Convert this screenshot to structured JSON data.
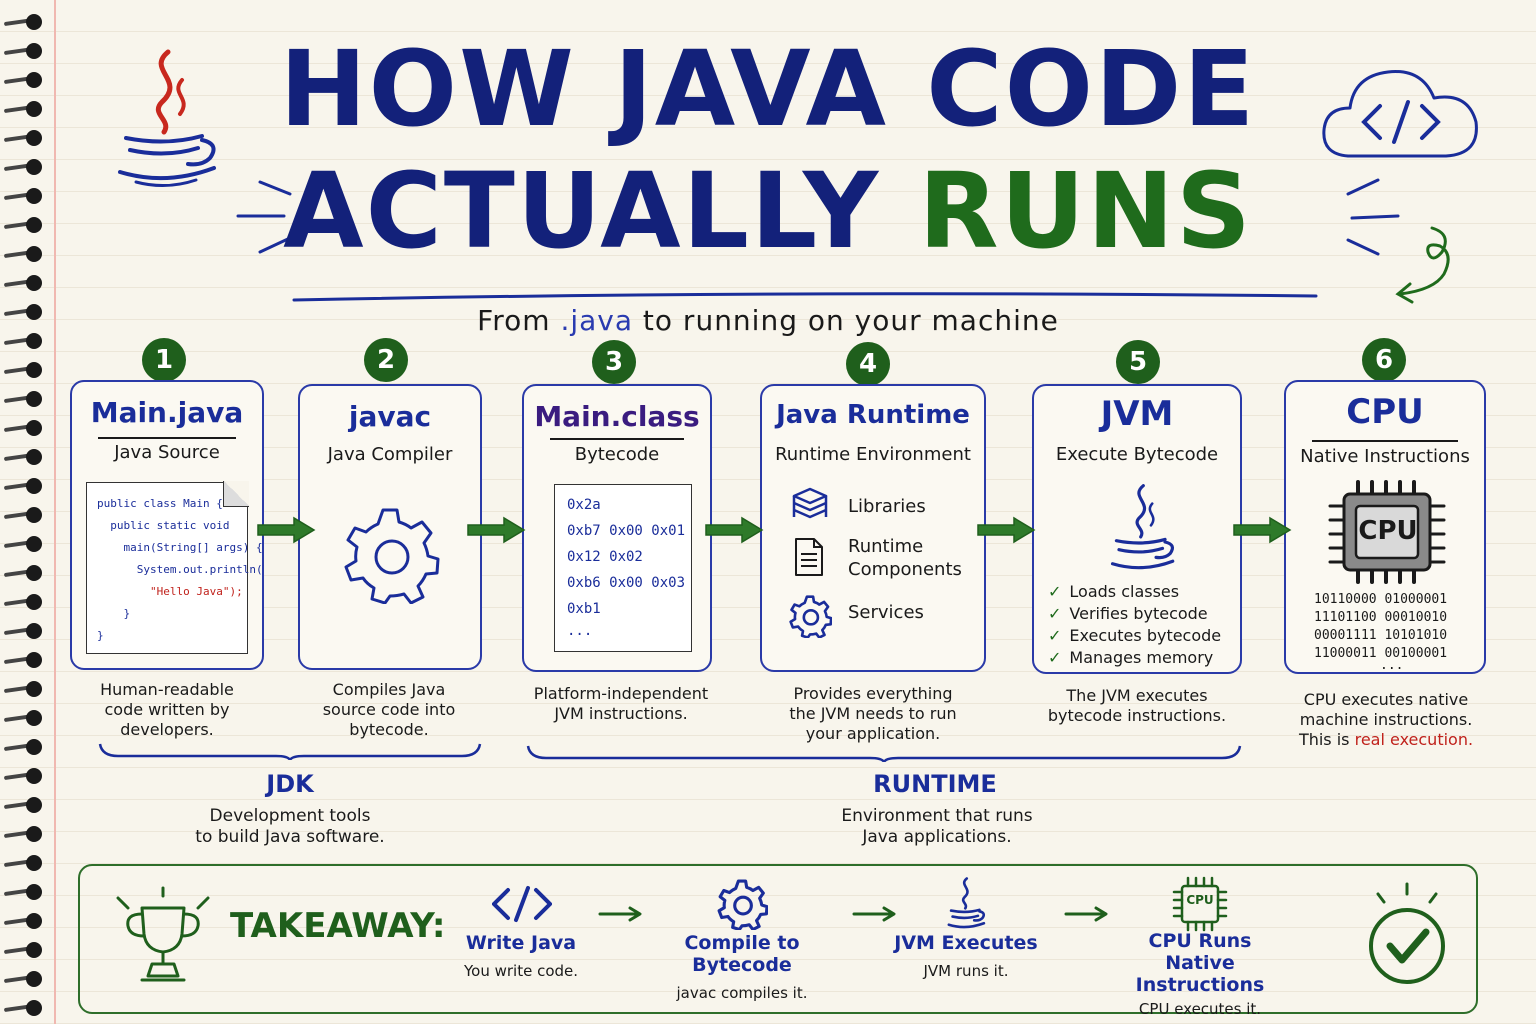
{
  "header": {
    "title_line1": "HOW JAVA CODE",
    "title_line2_a": "ACTUALLY",
    "title_line2_b": "RUNS",
    "subtitle_a": "From",
    "subtitle_accent": ".java",
    "subtitle_b": "to running on your machine"
  },
  "steps": [
    {
      "number": "1",
      "title": "Main.java",
      "subtitle": "Java Source",
      "code": [
        "public class Main {",
        "  public static void",
        "    main(String[] args) {",
        "      System.out.println(",
        "        \"Hello Java\");",
        "    }",
        "}"
      ],
      "desc": [
        "Human-readable",
        "code written by",
        "developers."
      ]
    },
    {
      "number": "2",
      "title": "javac",
      "subtitle": "Java Compiler",
      "desc": [
        "Compiles Java",
        "source code into",
        "bytecode."
      ]
    },
    {
      "number": "3",
      "title": "Main.class",
      "subtitle": "Bytecode",
      "bytecode": [
        "0x2a",
        "0xb7  0x00  0x01",
        "0x12  0x02",
        "0xb6  0x00  0x03",
        "0xb1",
        "..."
      ],
      "desc": [
        "Platform-independent",
        "JVM instructions."
      ]
    },
    {
      "number": "4",
      "title": "Java Runtime",
      "subtitle": "Runtime Environment",
      "items": [
        "Libraries",
        "Runtime",
        "Components",
        "Services"
      ],
      "desc": [
        "Provides everything",
        "the JVM needs to run",
        "your application."
      ]
    },
    {
      "number": "5",
      "title": "JVM",
      "subtitle": "Execute Bytecode",
      "checks": [
        "Loads classes",
        "Verifies bytecode",
        "Executes bytecode",
        "Manages memory"
      ],
      "desc": [
        "The JVM executes",
        "bytecode instructions."
      ]
    },
    {
      "number": "6",
      "title": "CPU",
      "subtitle": "Native Instructions",
      "chip_label": "CPU",
      "binary": [
        "10110000   01000001",
        "11101100   00010010",
        "00001111   10101010",
        "11000011   00100001",
        "..."
      ],
      "desc_a": [
        "CPU executes native",
        "machine instructions."
      ],
      "desc_b_plain": "This is",
      "desc_b_red": "real execution."
    }
  ],
  "groups": {
    "jdk": {
      "title": "JDK",
      "desc": [
        "Development tools",
        "to build Java software."
      ]
    },
    "runtime": {
      "title": "RUNTIME",
      "desc": [
        "Environment that runs",
        "Java applications."
      ]
    }
  },
  "takeaway": {
    "label": "TAKEAWAY:",
    "steps": [
      {
        "title": [
          "Write Java"
        ],
        "desc": "You write code."
      },
      {
        "title": [
          "Compile to Bytecode"
        ],
        "desc": "javac compiles it."
      },
      {
        "title": [
          "JVM Executes"
        ],
        "desc": "JVM runs it."
      },
      {
        "title": [
          "CPU Runs",
          "Native Instructions"
        ],
        "desc": "CPU executes it."
      }
    ],
    "chip_label": "CPU"
  },
  "colors": {
    "navy": "#13217a",
    "blue": "#1a2d9a",
    "green": "#1f6b1c",
    "red": "#c0221c"
  },
  "icons": [
    "java-cup-icon",
    "code-cloud-icon",
    "gear-icon",
    "stack-icon",
    "document-icon",
    "cpu-chip-icon",
    "trophy-icon",
    "check-circle-icon",
    "curly-arrow-icon"
  ]
}
